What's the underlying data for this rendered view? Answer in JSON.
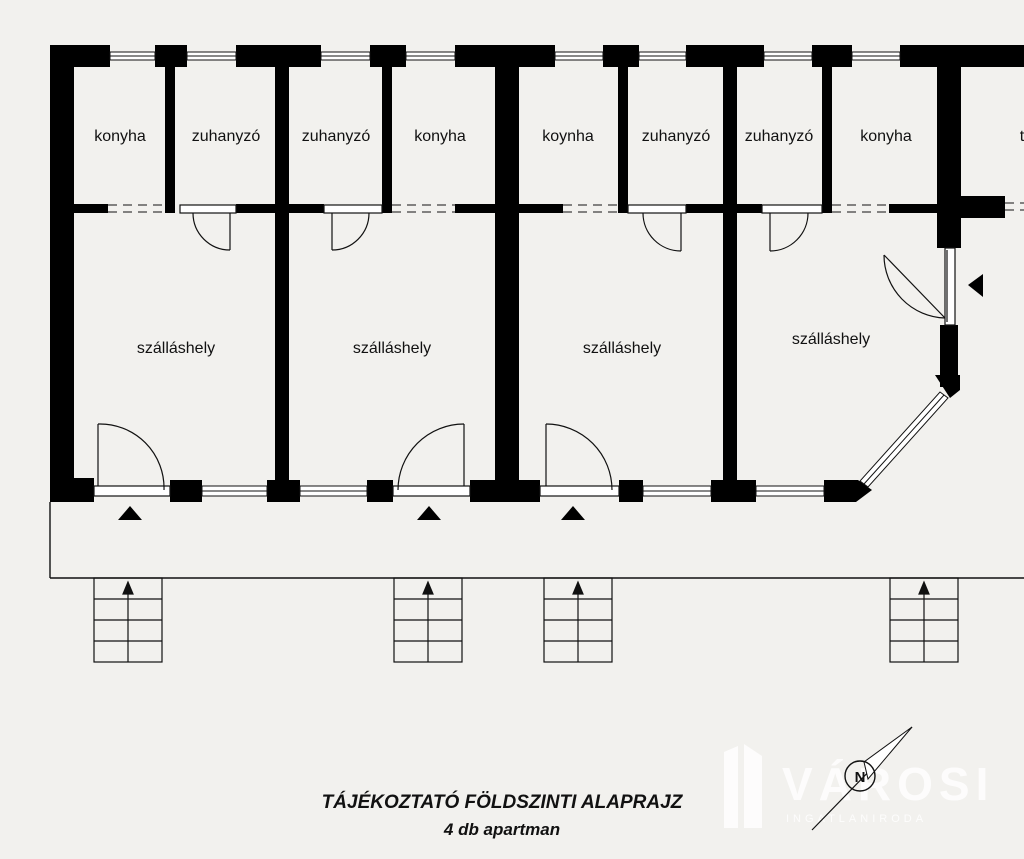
{
  "rooms": {
    "top_row": [
      "konyha",
      "zuhanyzó",
      "zuhanyzó",
      "konyha",
      "koynha",
      "zuhanyzó",
      "zuhanyzó",
      "konyha"
    ],
    "edge_fragment": "t",
    "main_row": [
      "szálláshely",
      "szálláshely",
      "szálláshely",
      "szálláshely"
    ]
  },
  "caption": {
    "title": "TÁJÉKOZTATÓ FÖLDSZINTI ALAPRAJZ",
    "subtitle": "4 db apartman"
  },
  "watermark": {
    "brand": "VÁROSI",
    "tagline": "INGATLANIRODA",
    "compass_letter": "N"
  },
  "colors": {
    "background": "#f2f1ee",
    "wall": "#000000",
    "line": "#111111",
    "watermark": "#ffffff"
  }
}
